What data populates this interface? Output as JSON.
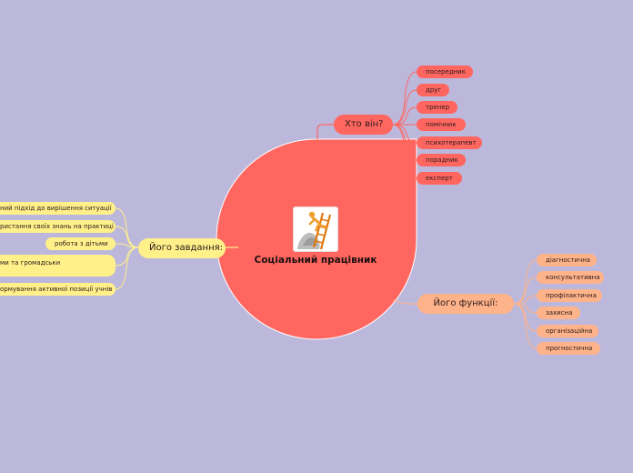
{
  "center": {
    "title": "Соціальний працівник"
  },
  "branches": {
    "who": {
      "label": "Хто він?",
      "color": "#ff6660",
      "items": [
        "посередник",
        "друг",
        "тренер",
        "помічник",
        "психотерапевт",
        "порадник",
        "експерт"
      ]
    },
    "functions": {
      "label": "Його функції:",
      "color": "#ffb38a",
      "items": [
        "діагностична",
        "консультативна",
        "профілактична",
        "захисна",
        "організаційна",
        "прогностична"
      ]
    },
    "tasks": {
      "label": "Його завдання:",
      "color": "#fff08a",
      "items": [
        "ний підхід до вирішення ситуації",
        "ристання своїх знань на практиці",
        "робота з дітьми",
        "ми та громадськи",
        "ормування активної позиції учнів"
      ]
    }
  },
  "colors": {
    "background": "#bcb8dc",
    "center": "#ff6660"
  }
}
